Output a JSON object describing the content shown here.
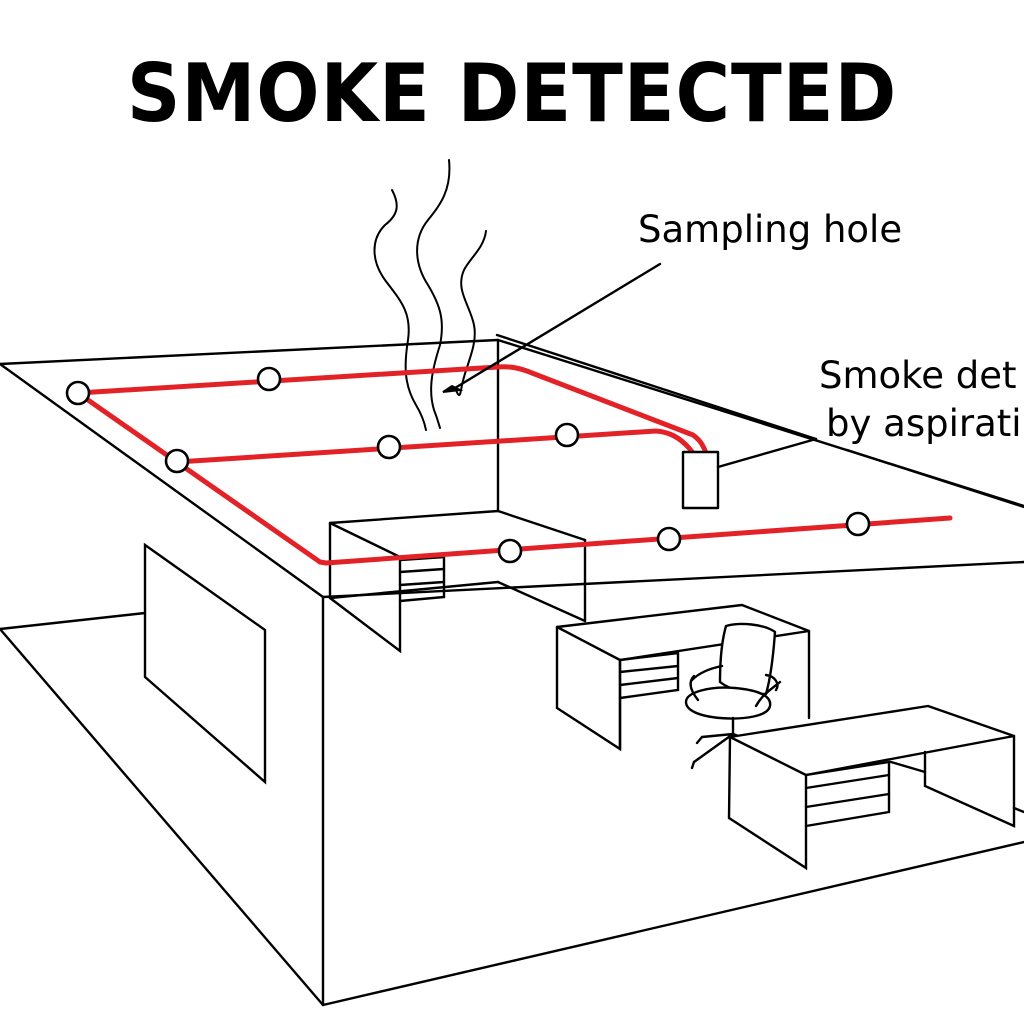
{
  "title": "SMOKE DETECTED",
  "labels": {
    "sampling_hole": "Sampling hole",
    "detector_line1": "Smoke det",
    "detector_line2": "by aspirati"
  },
  "colors": {
    "pipe": "#e32227",
    "line": "#000000",
    "background": "#ffffff",
    "hole_fill": "#ffffff"
  },
  "components": {
    "sampling_hole_count": 8,
    "smoke_plumes": 3,
    "desks": 3,
    "chairs": 1,
    "window_panels": 1,
    "detector_unit": 1
  }
}
